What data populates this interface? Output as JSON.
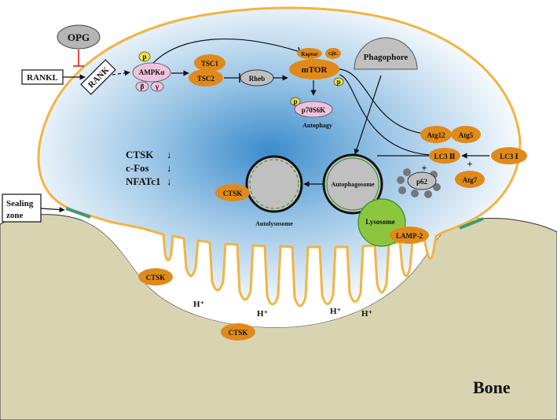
{
  "colors": {
    "membrane": "#f2b441",
    "cytoplasm_core": "#3b8ccc",
    "bone": "#d8d4b2",
    "protein": "#e08a1a",
    "p_site": "#f0e23c",
    "ampk": "#f0c2dc",
    "vesicle_gray": "#c0c0c0",
    "lysosome": "#8cc63f",
    "sealing": "#3a9a7a",
    "inhibit_red": "#d01010"
  },
  "labels": {
    "opg": "OPG",
    "rankl": "RANKL",
    "rank": "RANK",
    "p": "p",
    "ampk": "AMPKα",
    "beta": "β",
    "gamma": "γ",
    "tsc1": "TSC1",
    "tsc2": "TSC2",
    "rheb": "Rheb",
    "raptor": "Raptor",
    "gbl": "GβL",
    "mtor": "mTOR",
    "p70s6k": "p70S6K",
    "autophagy": "Autophagy",
    "phagophore": "Phagophore",
    "atg12": "Atg12",
    "atg5": "Atg5",
    "lc3ii": "LC3 Ⅱ",
    "lc3i": "LC3 Ⅰ",
    "plus": "+",
    "p62": "p62",
    "atg7": "Atg7",
    "ctsk_marker": "CTSK",
    "cfos_marker": "c-Fos",
    "nfatc1_marker": "NFATc1",
    "down_arrow": "↓",
    "autophagosome": "Autophagosome",
    "autolysosome": "Autolysosome",
    "ctsk": "CTSK",
    "lysosome": "Lysosome",
    "lamp2": "LAMP-2",
    "sealing_zone_1": "Sealing",
    "sealing_zone_2": "zone",
    "h_plus": "H⁺",
    "bone": "Bone"
  }
}
